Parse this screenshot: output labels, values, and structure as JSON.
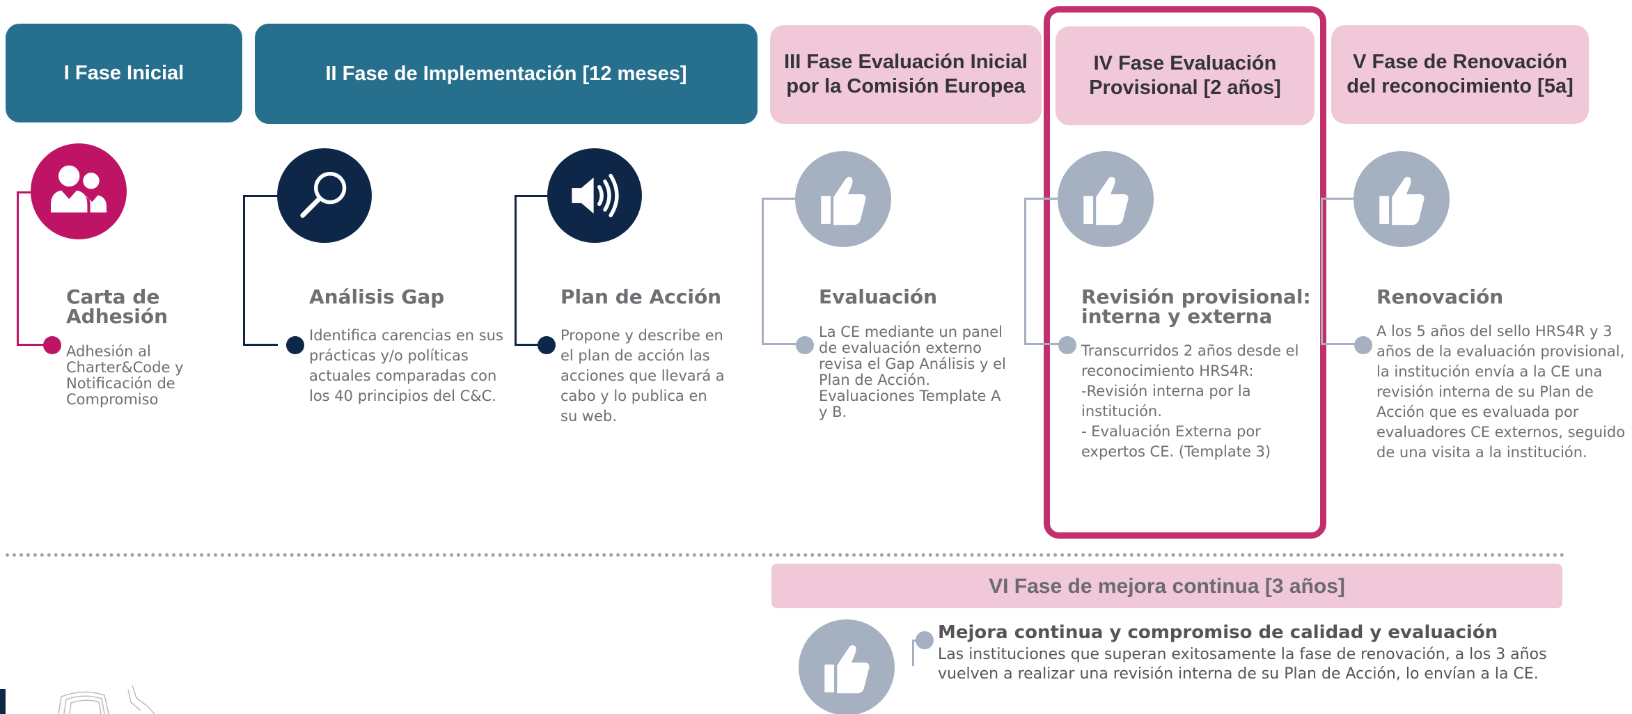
{
  "phases": {
    "p1": "I Fase Inicial",
    "p2": "II Fase de Implementación [12 meses]",
    "p3": "III Fase Evaluación Inicial por la Comisión Europea",
    "p4": "IV Fase Evaluación Provisional [2 años]",
    "p5": "V Fase de Renovación del reconocimiento [5a]",
    "p6": "VI Fase de mejora continua [3 años]"
  },
  "steps": {
    "s1": {
      "title": "Carta de Adhesión",
      "desc": "Adhesión al Charter&Code y Notificación de Compromiso",
      "icon": "people-icon"
    },
    "s2": {
      "title": "Análisis Gap",
      "desc": "Identifica carencias en sus prácticas y/o políticas actuales comparadas con los 40 principios del C&C.",
      "icon": "magnifier-icon"
    },
    "s3": {
      "title": "Plan de Acción",
      "desc": "Propone y describe en el plan de acción las acciones que llevará a cabo y lo publica en su web.",
      "icon": "speaker-icon"
    },
    "s4": {
      "title": "Evaluación",
      "desc": "La CE mediante un panel de evaluación externo revisa el Gap Análisis y el Plan de Acción. Evaluaciones Template A y B.",
      "icon": "thumbs-up-icon"
    },
    "s5": {
      "title": "Revisión provisional: interna y externa",
      "desc_line1": "Transcurridos 2 años desde el reconocimiento HRS4R:",
      "desc_line2": "-Revisión interna por la institución.",
      "desc_line3": "- Evaluación Externa por expertos CE. (Template 3)",
      "icon": "thumbs-up-icon"
    },
    "s6": {
      "title": "Renovación",
      "desc": "A los 5 años del sello HRS4R y 3 años de la evaluación provisional, la institución envía a la CE una revisión interna de su Plan de Acción que es evaluada por evaluadores CE externos, seguido de una visita a la institución.",
      "icon": "thumbs-up-icon"
    },
    "s7": {
      "title": "Mejora continua y compromiso de calidad y evaluación",
      "desc": " Las instituciones que superan exitosamente la fase de renovación, a los 3 años\nvuelven a realizar una revisión interna de su Plan de Acción, lo envían a la CE.",
      "icon": "thumbs-up-icon"
    }
  },
  "colors": {
    "teal": "#27708d",
    "pink": "#f1c8d8",
    "magenta": "#bf1466",
    "navy": "#0e2648",
    "grey": "#a5b0c0",
    "highlight": "#c2306c",
    "text": "#6e6e73"
  }
}
